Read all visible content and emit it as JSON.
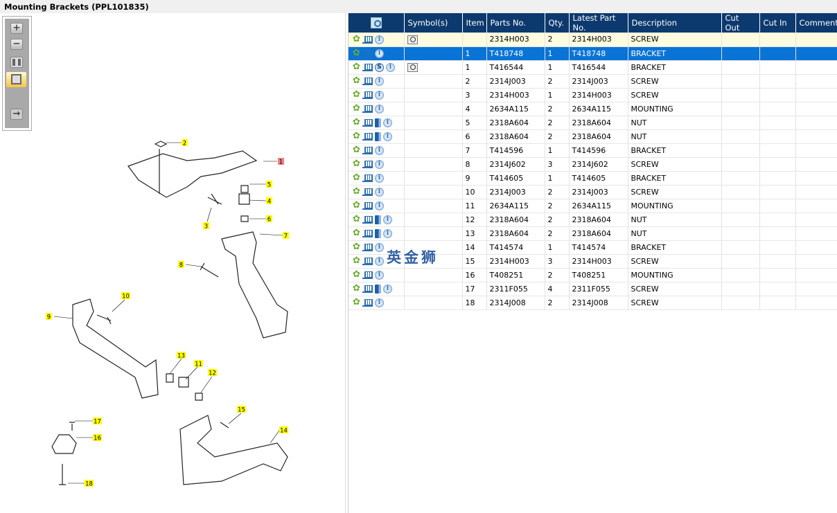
{
  "title": "Mounting Brackets (PPL101835)",
  "watermark": "英金狮",
  "toolbar": {
    "zoom_in": "+",
    "zoom_out": "−"
  },
  "columns": [
    "",
    "Symbol(s)",
    "Item",
    "Parts No.",
    "Qty.",
    "Latest Part No.",
    "Description",
    "Cut Out",
    "Cut In",
    "Comment"
  ],
  "rows": [
    {
      "icons": [
        "gear",
        "cart",
        "info"
      ],
      "symbol": true,
      "item": "",
      "part": "2314H003",
      "qty": "2",
      "latest": "2314H003",
      "desc": "SCREW",
      "state": "highlight"
    },
    {
      "icons": [
        "gear",
        "cart",
        "info"
      ],
      "symbol": false,
      "item": "1",
      "part": "T418748",
      "qty": "1",
      "latest": "T418748",
      "desc": "BRACKET",
      "state": "selected"
    },
    {
      "icons": [
        "gear",
        "cart",
        "s",
        "info"
      ],
      "symbol": true,
      "item": "1",
      "part": "T416544",
      "qty": "1",
      "latest": "T416544",
      "desc": "BRACKET"
    },
    {
      "icons": [
        "gear",
        "cart",
        "info"
      ],
      "item": "2",
      "part": "2314J003",
      "qty": "2",
      "latest": "2314J003",
      "desc": "SCREW"
    },
    {
      "icons": [
        "gear",
        "cart",
        "info"
      ],
      "item": "3",
      "part": "2314H003",
      "qty": "1",
      "latest": "2314H003",
      "desc": "SCREW"
    },
    {
      "icons": [
        "gear",
        "cart",
        "info"
      ],
      "item": "4",
      "part": "2634A115",
      "qty": "2",
      "latest": "2634A115",
      "desc": "MOUNTING"
    },
    {
      "icons": [
        "gear",
        "cart",
        "book",
        "info"
      ],
      "item": "5",
      "part": "2318A604",
      "qty": "2",
      "latest": "2318A604",
      "desc": "NUT"
    },
    {
      "icons": [
        "gear",
        "cart",
        "book",
        "info"
      ],
      "item": "6",
      "part": "2318A604",
      "qty": "2",
      "latest": "2318A604",
      "desc": "NUT"
    },
    {
      "icons": [
        "gear",
        "cart",
        "info"
      ],
      "item": "7",
      "part": "T414596",
      "qty": "1",
      "latest": "T414596",
      "desc": "BRACKET"
    },
    {
      "icons": [
        "gear",
        "cart",
        "info"
      ],
      "item": "8",
      "part": "2314J602",
      "qty": "3",
      "latest": "2314J602",
      "desc": "SCREW"
    },
    {
      "icons": [
        "gear",
        "cart",
        "info"
      ],
      "item": "9",
      "part": "T414605",
      "qty": "1",
      "latest": "T414605",
      "desc": "BRACKET"
    },
    {
      "icons": [
        "gear",
        "cart",
        "info"
      ],
      "item": "10",
      "part": "2314J003",
      "qty": "2",
      "latest": "2314J003",
      "desc": "SCREW"
    },
    {
      "icons": [
        "gear",
        "cart",
        "info"
      ],
      "item": "11",
      "part": "2634A115",
      "qty": "2",
      "latest": "2634A115",
      "desc": "MOUNTING"
    },
    {
      "icons": [
        "gear",
        "cart",
        "book",
        "info"
      ],
      "item": "12",
      "part": "2318A604",
      "qty": "2",
      "latest": "2318A604",
      "desc": "NUT"
    },
    {
      "icons": [
        "gear",
        "cart",
        "book",
        "info"
      ],
      "item": "13",
      "part": "2318A604",
      "qty": "2",
      "latest": "2318A604",
      "desc": "NUT"
    },
    {
      "icons": [
        "gear",
        "cart",
        "info"
      ],
      "item": "14",
      "part": "T414574",
      "qty": "1",
      "latest": "T414574",
      "desc": "BRACKET"
    },
    {
      "icons": [
        "gear",
        "cart",
        "info"
      ],
      "item": "15",
      "part": "2314H003",
      "qty": "3",
      "latest": "2314H003",
      "desc": "SCREW"
    },
    {
      "icons": [
        "gear",
        "cart",
        "info"
      ],
      "item": "16",
      "part": "T408251",
      "qty": "2",
      "latest": "T408251",
      "desc": "MOUNTING"
    },
    {
      "icons": [
        "gear",
        "cart",
        "book",
        "info"
      ],
      "item": "17",
      "part": "2311F055",
      "qty": "4",
      "latest": "2311F055",
      "desc": "SCREW"
    },
    {
      "icons": [
        "gear",
        "cart",
        "info"
      ],
      "item": "18",
      "part": "2314J008",
      "qty": "2",
      "latest": "2314J008",
      "desc": "SCREW"
    }
  ],
  "callouts": [
    "1",
    "2",
    "3",
    "4",
    "5",
    "6",
    "7",
    "8",
    "9",
    "10",
    "11",
    "12",
    "13",
    "14",
    "15",
    "16",
    "17",
    "18"
  ],
  "colors": {
    "header": "#0d3a6e",
    "selected": "#0a74d6",
    "highlight": "#fefce0",
    "callout": "#ffff00",
    "callout_active": "#f08080"
  }
}
